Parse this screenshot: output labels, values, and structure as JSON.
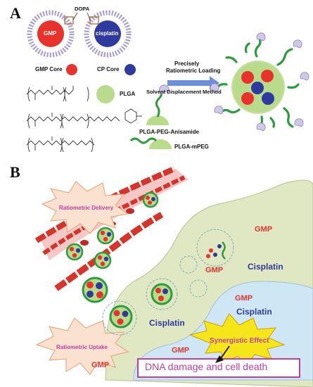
{
  "panel_a": {
    "letter": "A",
    "dopa_label": "DOPA",
    "core_left_label": "GMP",
    "core_right_label": "cisplatin",
    "legend_gmp_core": "GMP Core",
    "legend_cp_core": "CP Core",
    "plga": "PLGA",
    "plga_peg_anisamide": "PLGA-PEG-Anisamide",
    "plga_mpeg": "PLGA-mPEG",
    "method_line1": "Precisely",
    "method_line2": "Ratiometric Loading",
    "method_line3": "Solvent Displacement Method"
  },
  "panel_b": {
    "letter": "B",
    "ratiometric_delivery": "Ratiometric Delivery",
    "ratiometric_uptake": "Ratiometric Uptake",
    "synergistic_effect": "Synergistic Effect",
    "dna_damage": "DNA damage and cell death",
    "gmp_1": "GMP",
    "gmp_2": "GMP",
    "gmp_3": "GMP",
    "gmp_4": "GMP",
    "gmp_5": "GMP",
    "cisplatin_1": "Cisplatin",
    "cisplatin_2": "Cisplatin",
    "cisplatin_3": "Cisplatin"
  },
  "colors": {
    "gmp_red": "#e8322b",
    "cp_blue": "#2f3a9e",
    "plga_green": "#b9dc8c",
    "peg_green": "#2e9b3f",
    "lipid_purple": "#a29ad1",
    "label_purple": "#c23fa0",
    "cell_green": "#dfe8c2",
    "nucleus_blue": "#cfe6f4",
    "vessel_red": "#d6332a",
    "starburst_yellow": "#f5e61a"
  }
}
